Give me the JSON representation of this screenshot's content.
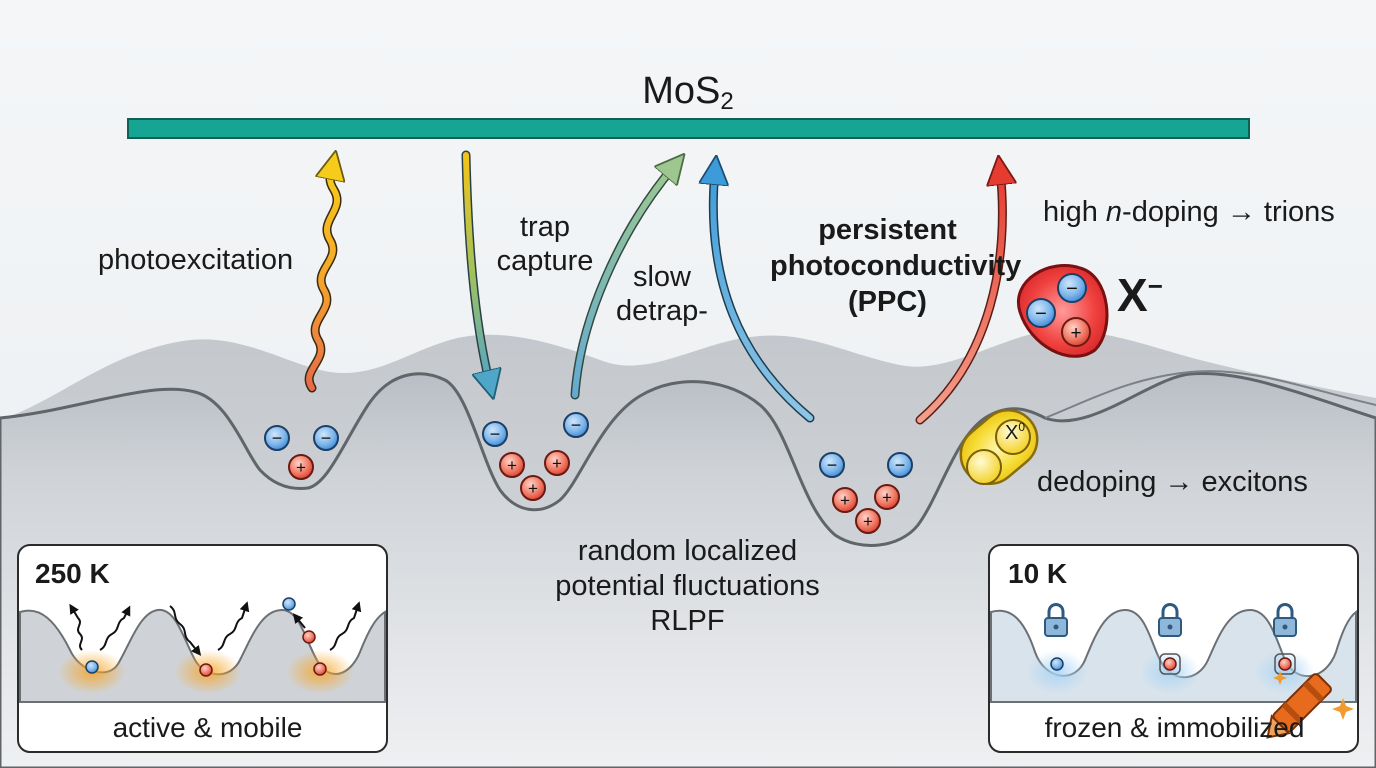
{
  "title": {
    "base": "MoS",
    "subscript": "2"
  },
  "labels": {
    "photoexcitation": "photoexcitation",
    "trap_capture": "trap capture",
    "slow_detrap": "slow detrap-",
    "ppc": "persistent photoconductivity (PPC)",
    "rlpf": "random localized potential fluctuations RLPF"
  },
  "trions": {
    "prefix": "high ",
    "italic": "n",
    "suffix": "-doping → trions",
    "symbol": "X",
    "symbol_sup": "−"
  },
  "excitons": {
    "label": "dedoping → excitons",
    "symbol": "X",
    "symbol_sup": "0"
  },
  "panel_hot": {
    "temperature": "250 K",
    "caption": "active & mobile"
  },
  "panel_cold": {
    "temperature": "10 K",
    "caption": "frozen & immobilized"
  },
  "charges": {
    "electron": "−",
    "hole": "+"
  },
  "colors": {
    "layer": "#17a593",
    "electron": "#3a86d6",
    "hole": "#e0463a",
    "arrow_yellow": "#f2c419",
    "arrow_green": "#8fc18c",
    "arrow_blue": "#4ea5dd",
    "arrow_red": "#e84a3c",
    "trion_glow": "#ff3b3b",
    "exciton": "#f5d21e"
  }
}
